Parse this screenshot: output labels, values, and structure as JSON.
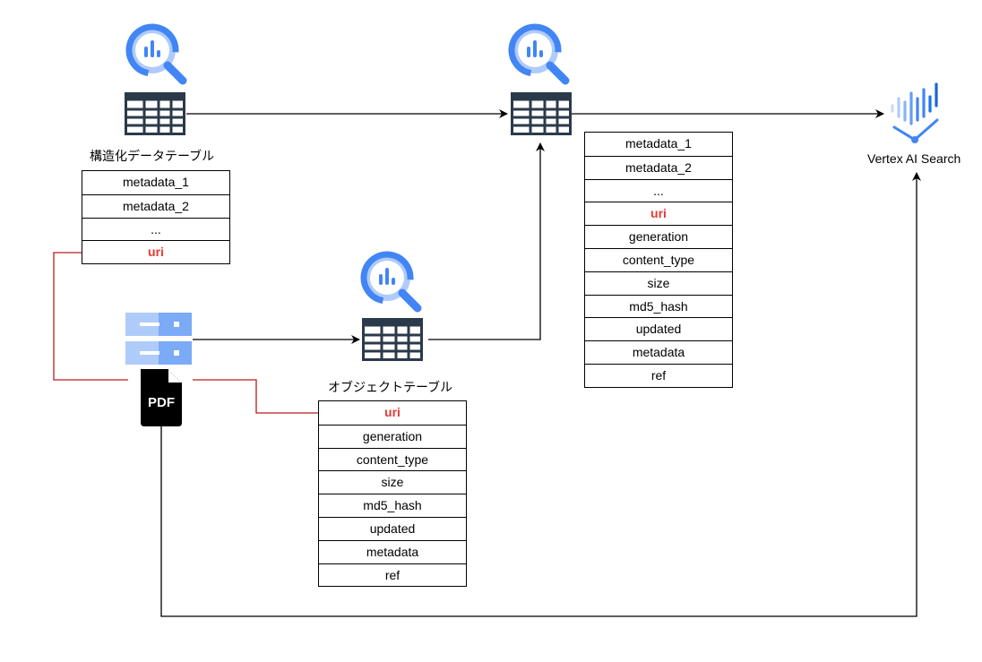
{
  "labels": {
    "structured_table": "構造化データテーブル",
    "object_table": "オブジェクトテーブル",
    "vertex_ai_search": "Vertex AI Search",
    "pdf": "PDF"
  },
  "structured_table_rows": [
    {
      "text": "metadata_1",
      "key": false
    },
    {
      "text": "metadata_2",
      "key": false
    },
    {
      "text": "...",
      "key": false
    },
    {
      "text": "uri",
      "key": true
    }
  ],
  "object_table_rows": [
    {
      "text": "uri",
      "key": true
    },
    {
      "text": "generation",
      "key": false
    },
    {
      "text": "content_type",
      "key": false
    },
    {
      "text": "size",
      "key": false
    },
    {
      "text": "md5_hash",
      "key": false
    },
    {
      "text": "updated",
      "key": false
    },
    {
      "text": "metadata",
      "key": false
    },
    {
      "text": "ref",
      "key": false
    }
  ],
  "joined_table_rows": [
    {
      "text": "metadata_1",
      "key": false
    },
    {
      "text": "metadata_2",
      "key": false
    },
    {
      "text": "...",
      "key": false
    },
    {
      "text": "uri",
      "key": true
    },
    {
      "text": "generation",
      "key": false
    },
    {
      "text": "content_type",
      "key": false
    },
    {
      "text": "size",
      "key": false
    },
    {
      "text": "md5_hash",
      "key": false
    },
    {
      "text": "updated",
      "key": false
    },
    {
      "text": "metadata",
      "key": false
    },
    {
      "text": "ref",
      "key": false
    }
  ],
  "icons": {
    "bigquery": "bigquery-icon",
    "table": "table-icon",
    "storage": "cloud-storage-icon",
    "pdf": "pdf-file-icon",
    "vertex": "vertex-ai-search-icon"
  },
  "colors": {
    "key_text": "#e53935",
    "join_line": "#b71c1c",
    "bigquery_blue": "#4285f4",
    "bigquery_light": "#aecbfa",
    "table_dark": "#2b3a4a",
    "storage_dark": "#7baaf7",
    "storage_light": "#aecbfa"
  }
}
